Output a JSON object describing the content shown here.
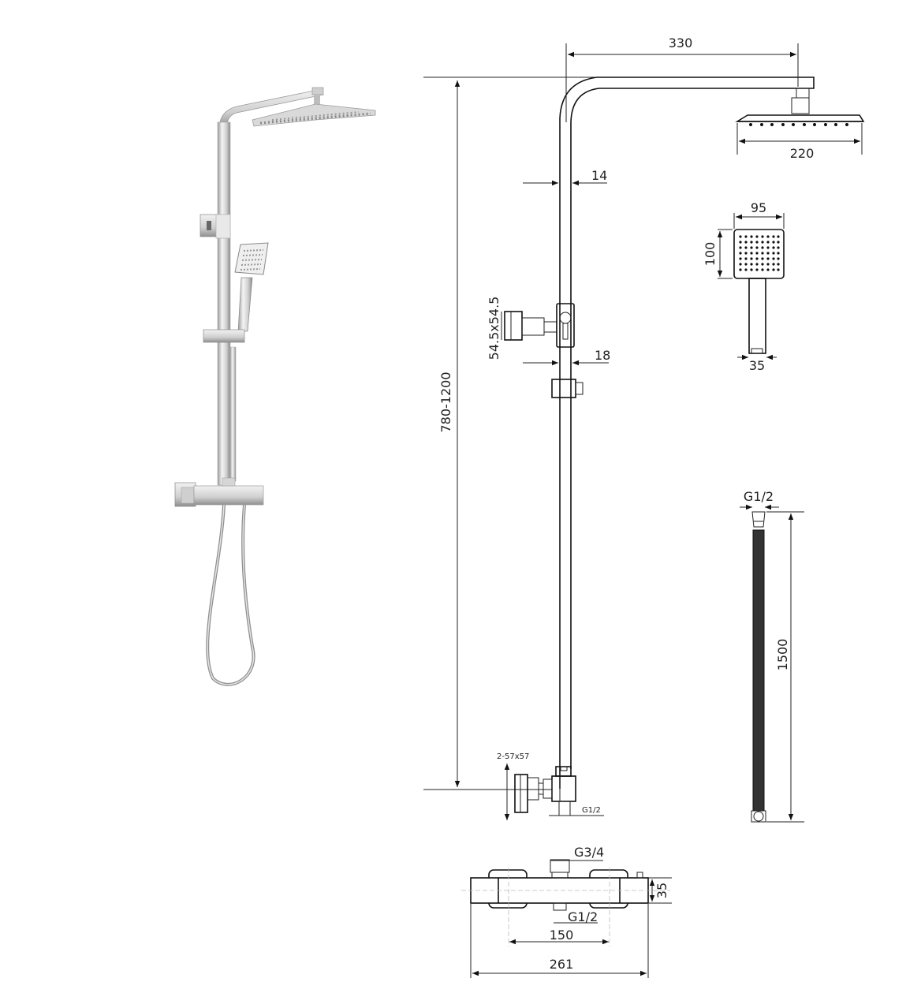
{
  "figure": {
    "subject": "Thermostatic shower column - product photo and dimension drawing",
    "units": "mm"
  },
  "dimensions": {
    "arm_length": "330",
    "rain_head_width": "220",
    "tube_diameter": "14",
    "height_range": "780-1200",
    "mixer_outlet_size": "54.5x54.5",
    "slider_diameter": "18",
    "hand_shower_width": "95",
    "hand_shower_height": "100",
    "hand_handle_width": "35",
    "hose_thread": "G1/2",
    "hose_length": "1500",
    "wall_connector": "2-57x57",
    "bottom_connector_thread": "G1/2",
    "mixer_inlet_thread": "G3/4",
    "mixer_outlet_thread": "G1/2",
    "mixer_center_distance": "150",
    "mixer_total_width": "261",
    "mixer_depth": "35"
  },
  "colors": {
    "line": "#111111",
    "chrome_light": "#e8e8e8",
    "chrome_dark": "#8a8a8a",
    "hose_fill": "#333333"
  }
}
